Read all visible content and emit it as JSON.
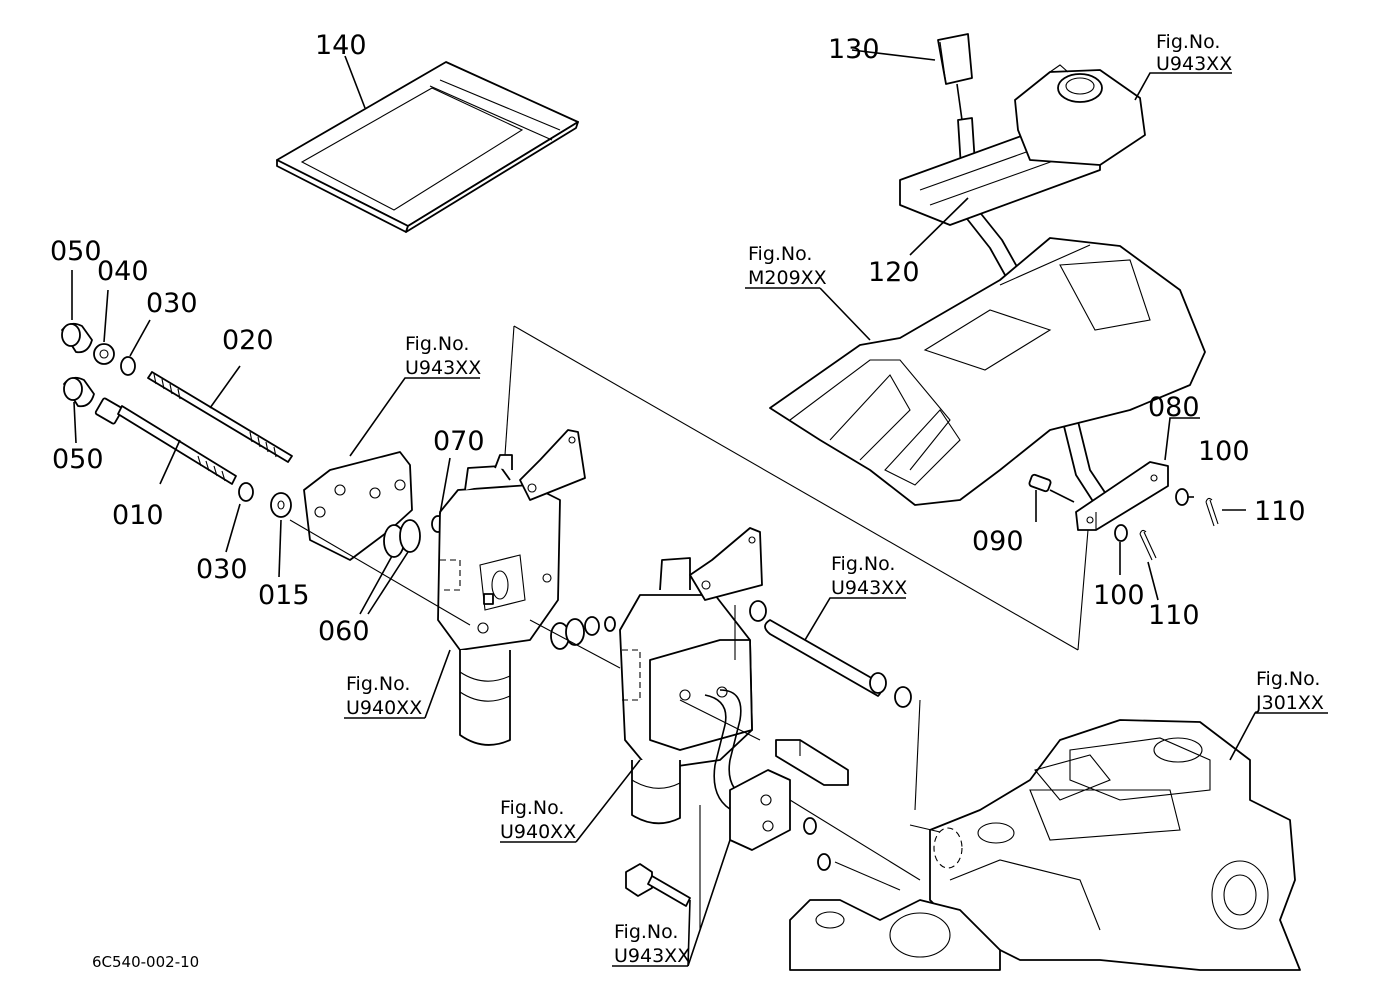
{
  "part_labels": {
    "p010": "010",
    "p015": "015",
    "p020": "020",
    "p030a": "030",
    "p030b": "030",
    "p040": "040",
    "p050a": "050",
    "p050b": "050",
    "p060": "060",
    "p070": "070",
    "p080": "080",
    "p090": "090",
    "p100a": "100",
    "p100b": "100",
    "p110a": "110",
    "p110b": "110",
    "p120": "120",
    "p130": "130",
    "p140": "140"
  },
  "fig_refs": {
    "r1": {
      "title": "Fig.No.",
      "code": "U943XX"
    },
    "r2": {
      "title": "Fig.No.",
      "code": "M209XX"
    },
    "r3": {
      "title": "Fig.No.",
      "code": "U943XX"
    },
    "r4": {
      "title": "Fig.No.",
      "code": "U943XX"
    },
    "r5": {
      "title": "Fig.No.",
      "code": "J301XX"
    },
    "r6": {
      "title": "Fig.No.",
      "code": "U940XX"
    },
    "r7": {
      "title": "Fig.No.",
      "code": "U940XX"
    },
    "r8": {
      "title": "Fig.No.",
      "code": "U943XX"
    }
  },
  "drawing_code": "6C540-002-10"
}
